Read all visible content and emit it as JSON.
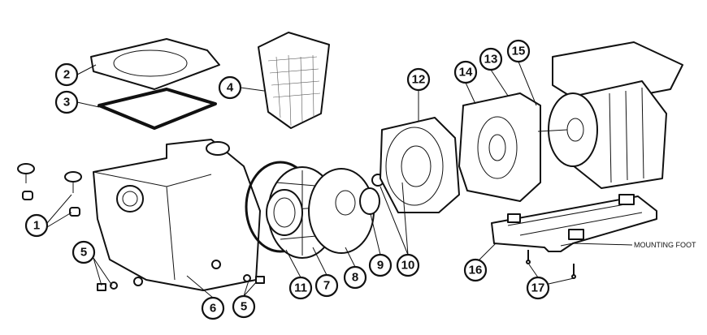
{
  "title": "Pump exploded parts diagram",
  "callouts": {
    "c1": "1",
    "c2": "2",
    "c3": "3",
    "c4": "4",
    "c5a": "5",
    "c5b": "5",
    "c6": "6",
    "c7": "7",
    "c8": "8",
    "c9": "9",
    "c10": "10",
    "c11": "11",
    "c12": "12",
    "c13": "13",
    "c14": "14",
    "c15": "15",
    "c16": "16",
    "c17": "17"
  },
  "labels": {
    "mounting_foot": "MOUNTING FOOT"
  }
}
